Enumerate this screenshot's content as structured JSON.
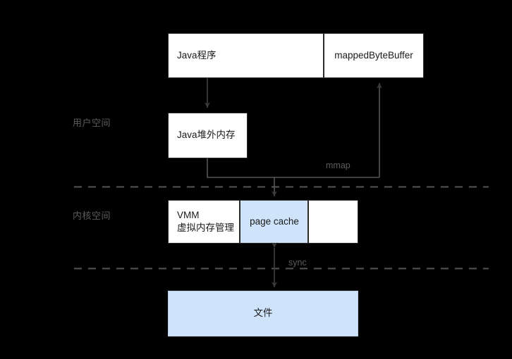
{
  "diagram": {
    "title_present": false,
    "background_color": "#000000",
    "accent_blue": "#cfe4fb",
    "box_fill_white": "#ffffff",
    "stroke_color": "#2b2b2b",
    "label_color": "#5c5c5c",
    "zones": [
      {
        "key": "user_space",
        "label": "用户空间"
      },
      {
        "key": "kernel_space",
        "label": "内核空间"
      }
    ],
    "boxes": {
      "java_program": {
        "label": "Java程序"
      },
      "mapped_byte_buffer": {
        "label": "mappedByteBuffer"
      },
      "java_direct_memory": {
        "label": "Java堆外内存"
      },
      "vmm": {
        "label": "VMM\n虚拟内存管理"
      },
      "page_cache": {
        "label": "page cache"
      },
      "kernel_spare": {
        "label": ""
      },
      "file": {
        "label": "文件"
      }
    },
    "edge_labels": {
      "mmap": "mmap",
      "sync": "sync"
    }
  }
}
